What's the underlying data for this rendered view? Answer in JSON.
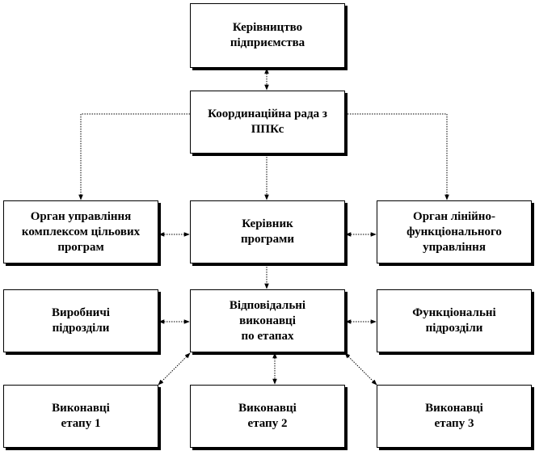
{
  "diagram": {
    "nodes": [
      {
        "id": "management",
        "lines": [
          "Керівництво",
          "підприємства"
        ]
      },
      {
        "id": "coord-council",
        "lines": [
          "Координаційна рада з",
          "ППКс"
        ]
      },
      {
        "id": "target-programs-body",
        "lines": [
          "Орган управління",
          "комплексом цільових",
          "програм"
        ]
      },
      {
        "id": "program-head",
        "lines": [
          "Керівник",
          "програми"
        ]
      },
      {
        "id": "linear-functional-body",
        "lines": [
          "Орган лінійно-",
          "функціонального",
          "управління"
        ]
      },
      {
        "id": "production-units",
        "lines": [
          "Виробничі",
          "підрозділи"
        ]
      },
      {
        "id": "stage-executors",
        "lines": [
          "Відповідальні",
          "виконавці",
          "по етапах"
        ]
      },
      {
        "id": "functional-units",
        "lines": [
          "Функціональні",
          "підрозділи"
        ]
      },
      {
        "id": "stage-1-executors",
        "lines": [
          "Виконавці",
          "етапу 1"
        ]
      },
      {
        "id": "stage-2-executors",
        "lines": [
          "Виконавці",
          "етапу 2"
        ]
      },
      {
        "id": "stage-3-executors",
        "lines": [
          "Виконавці",
          "етапу 3"
        ]
      }
    ],
    "edges": [
      {
        "from": "management",
        "to": "coord-council",
        "arrows": "both"
      },
      {
        "from": "coord-council",
        "to": "program-head",
        "arrows": "end"
      },
      {
        "from": "coord-council",
        "to": "target-programs-body",
        "arrows": "end"
      },
      {
        "from": "coord-council",
        "to": "linear-functional-body",
        "arrows": "end"
      },
      {
        "from": "target-programs-body",
        "to": "program-head",
        "arrows": "both"
      },
      {
        "from": "program-head",
        "to": "linear-functional-body",
        "arrows": "both"
      },
      {
        "from": "program-head",
        "to": "stage-executors",
        "arrows": "end"
      },
      {
        "from": "production-units",
        "to": "stage-executors",
        "arrows": "both"
      },
      {
        "from": "stage-executors",
        "to": "functional-units",
        "arrows": "both"
      },
      {
        "from": "stage-executors",
        "to": "stage-1-executors",
        "arrows": "both"
      },
      {
        "from": "stage-executors",
        "to": "stage-2-executors",
        "arrows": "both"
      },
      {
        "from": "stage-executors",
        "to": "stage-3-executors",
        "arrows": "both"
      }
    ]
  }
}
